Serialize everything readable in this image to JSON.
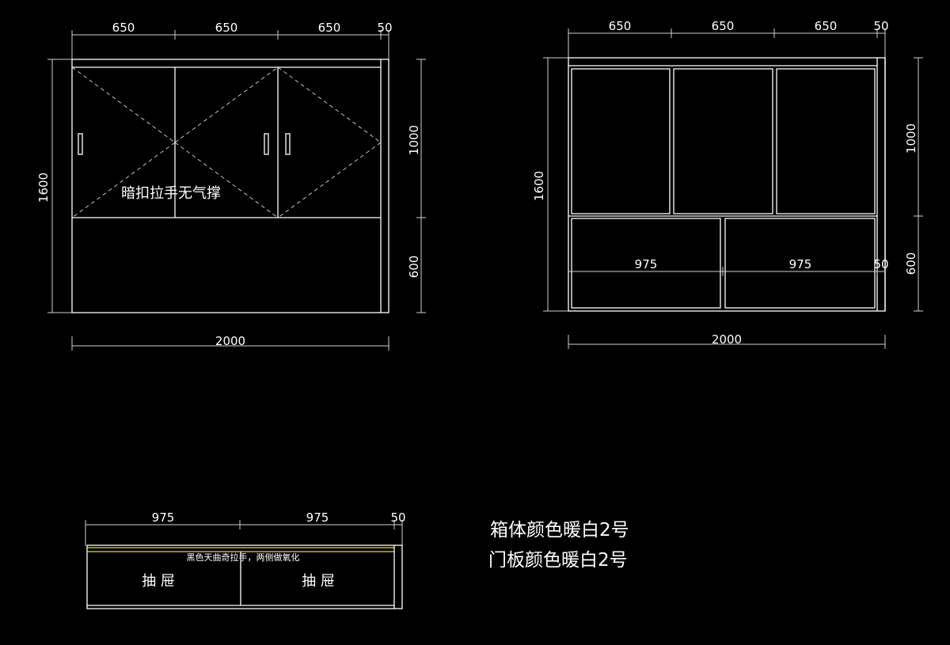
{
  "left_view": {
    "top_dims": [
      "650",
      "650",
      "650",
      "50"
    ],
    "height_total": "1600",
    "right_dims": [
      "1000",
      "600"
    ],
    "width_total": "2000",
    "note": "暗扣拉手无气撑"
  },
  "right_view": {
    "top_dims": [
      "650",
      "650",
      "650",
      "50"
    ],
    "height_total": "1600",
    "right_dims": [
      "1000",
      "600"
    ],
    "width_total": "2000",
    "drawer_dims": [
      "975",
      "975",
      "50"
    ]
  },
  "plan_view": {
    "top_dims": [
      "975",
      "975",
      "50"
    ],
    "handle_note": "黑色天曲奇拉手，两侧做氧化",
    "drawer_labels": [
      "抽 屉",
      "抽 屉"
    ]
  },
  "notes": {
    "cabinet_color": "箱体颜色暖白2号",
    "door_color": "门板颜色暖白2号"
  },
  "colors": {
    "background": "#000000",
    "line": "#ffffff",
    "highlight": "#e6d84a"
  }
}
